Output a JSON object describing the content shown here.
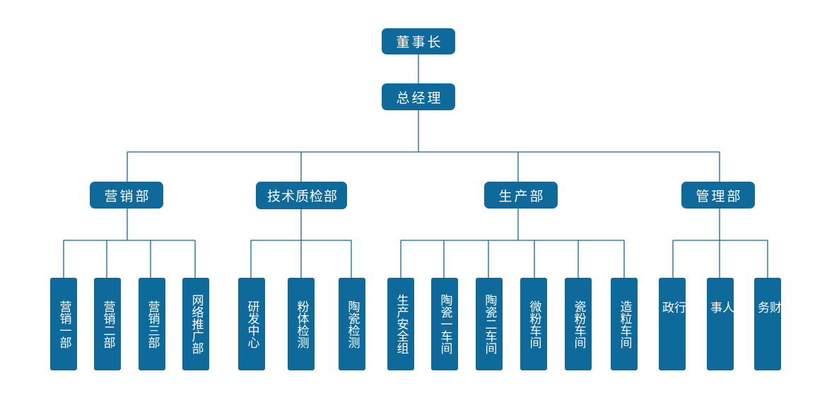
{
  "org": {
    "root": "董事长",
    "gm": "总经理",
    "departments": [
      {
        "name": "营销部",
        "units": [
          "营销一部",
          "营销二部",
          "营销三部",
          "网络推广部"
        ]
      },
      {
        "name": "技术质检部",
        "units": [
          "研发中心",
          "粉体检测",
          "陶瓷检测"
        ]
      },
      {
        "name": "生产部",
        "units": [
          "生产安全组",
          "陶瓷一车间",
          "陶瓷二车间",
          "微粉车间",
          "瓷粉车间",
          "造粒车间"
        ]
      },
      {
        "name": "管理部",
        "units": [
          "行政",
          "人事",
          "财务"
        ]
      }
    ]
  },
  "colors": {
    "box": "#0e6a9a",
    "line": "#0e6a9a",
    "text": "#ffffff"
  }
}
